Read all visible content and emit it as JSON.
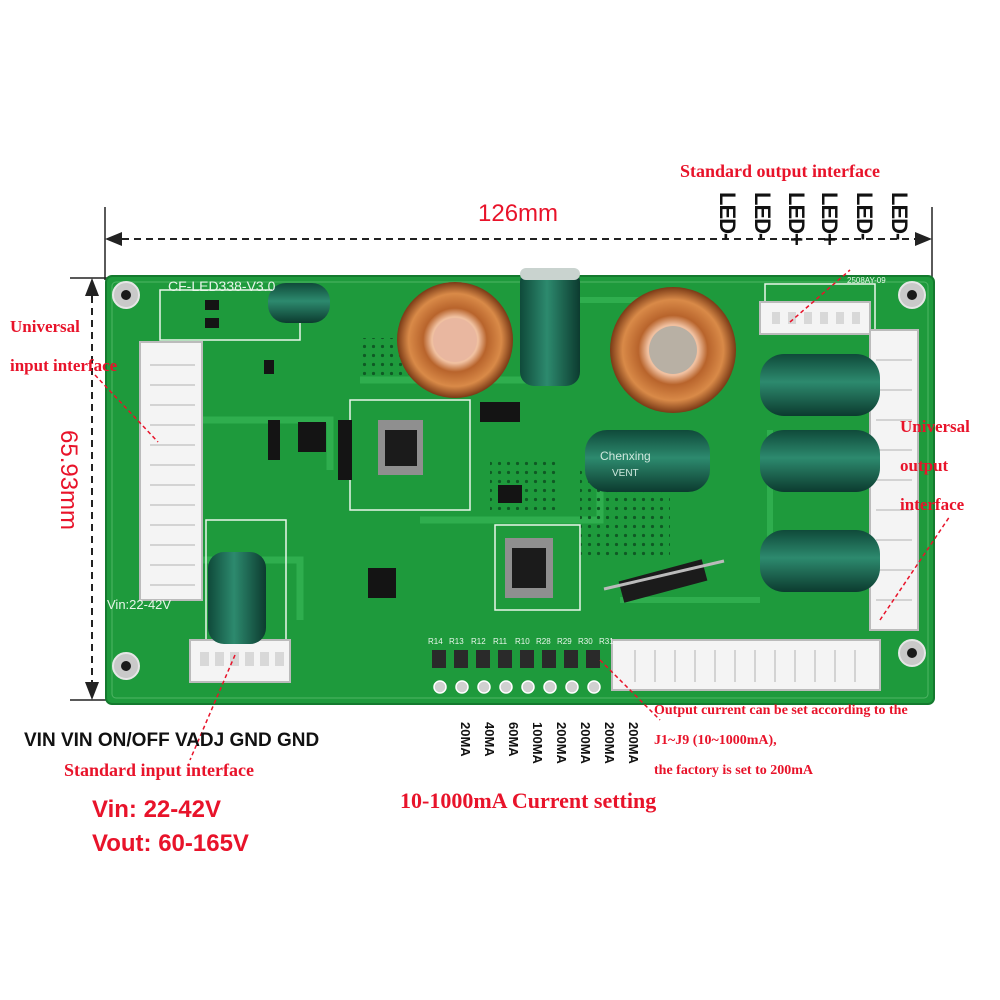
{
  "dimensions": {
    "width_label": "126mm",
    "height_label": "65.93mm"
  },
  "board": {
    "silkscreen_model": "CF-LED338-V3.0",
    "silkscreen_vin": "Vin:22-42V",
    "silkscreen_date": "2508AY-09",
    "capacitor_brand": "Chenxing",
    "capacitor_brand_sub": "VENT"
  },
  "labels": {
    "standard_output_interface": "Standard output interface",
    "universal_input_line1": "Universal",
    "universal_input_line2": "input interface",
    "universal_output_line1": "Universal",
    "universal_output_line2": "output",
    "universal_output_line3": "interface",
    "standard_input_interface": "Standard input interface",
    "input_pins": "VIN VIN ON/OFF VADJ GND GND",
    "output_current_line1": "Output current can be set according to the",
    "output_current_line2": "J1~J9 (10~1000mA),",
    "output_current_line3": "the factory is set to 200mA",
    "current_setting": "10-1000mA Current setting",
    "vin_spec": "Vin: 22-42V",
    "vout_spec": "Vout: 60-165V"
  },
  "output_pins": [
    "LED-",
    "LED-",
    "LED+",
    "LED+",
    "LED-",
    "LED-"
  ],
  "current_options": [
    "20MA",
    "40MA",
    "60MA",
    "100MA",
    "200MA",
    "200MA",
    "200MA",
    "200MA"
  ],
  "resistor_labels": [
    "R14",
    "R13",
    "R12",
    "R11",
    "R10",
    "R28",
    "R29",
    "R30",
    "R31"
  ],
  "colors": {
    "pcb_green": "#1e9a3c",
    "annotation_red": "#e8132a",
    "capacitor_teal": "#1f6b5a",
    "copper": "#c8733a"
  }
}
